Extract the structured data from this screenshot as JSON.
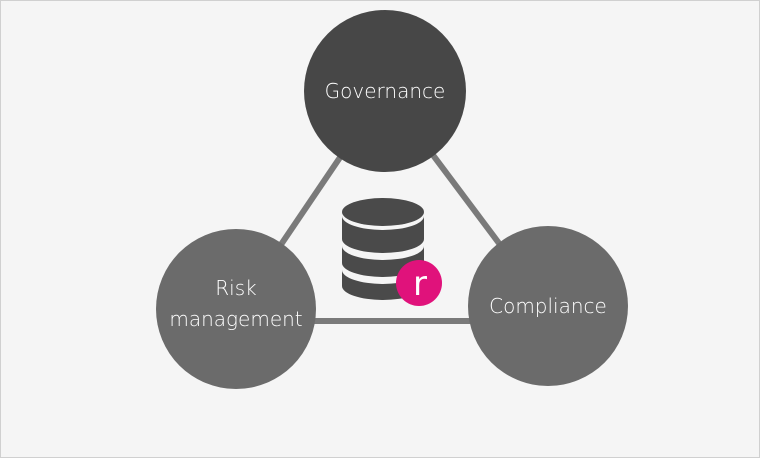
{
  "diagram": {
    "nodes": [
      {
        "id": "governance",
        "label": "Governance",
        "color": "#474747"
      },
      {
        "id": "risk",
        "label_lines": [
          "Risk",
          "management"
        ],
        "color": "#6b6b6b"
      },
      {
        "id": "compliance",
        "label": "Compliance",
        "color": "#6b6b6b"
      }
    ],
    "connector_color": "#7a7a7a",
    "center_icon": {
      "icon": "database-icon",
      "color": "#4a4a4a",
      "badge": {
        "icon": "brand-r-badge-icon",
        "letter": "r",
        "color": "#e0127b"
      }
    }
  }
}
